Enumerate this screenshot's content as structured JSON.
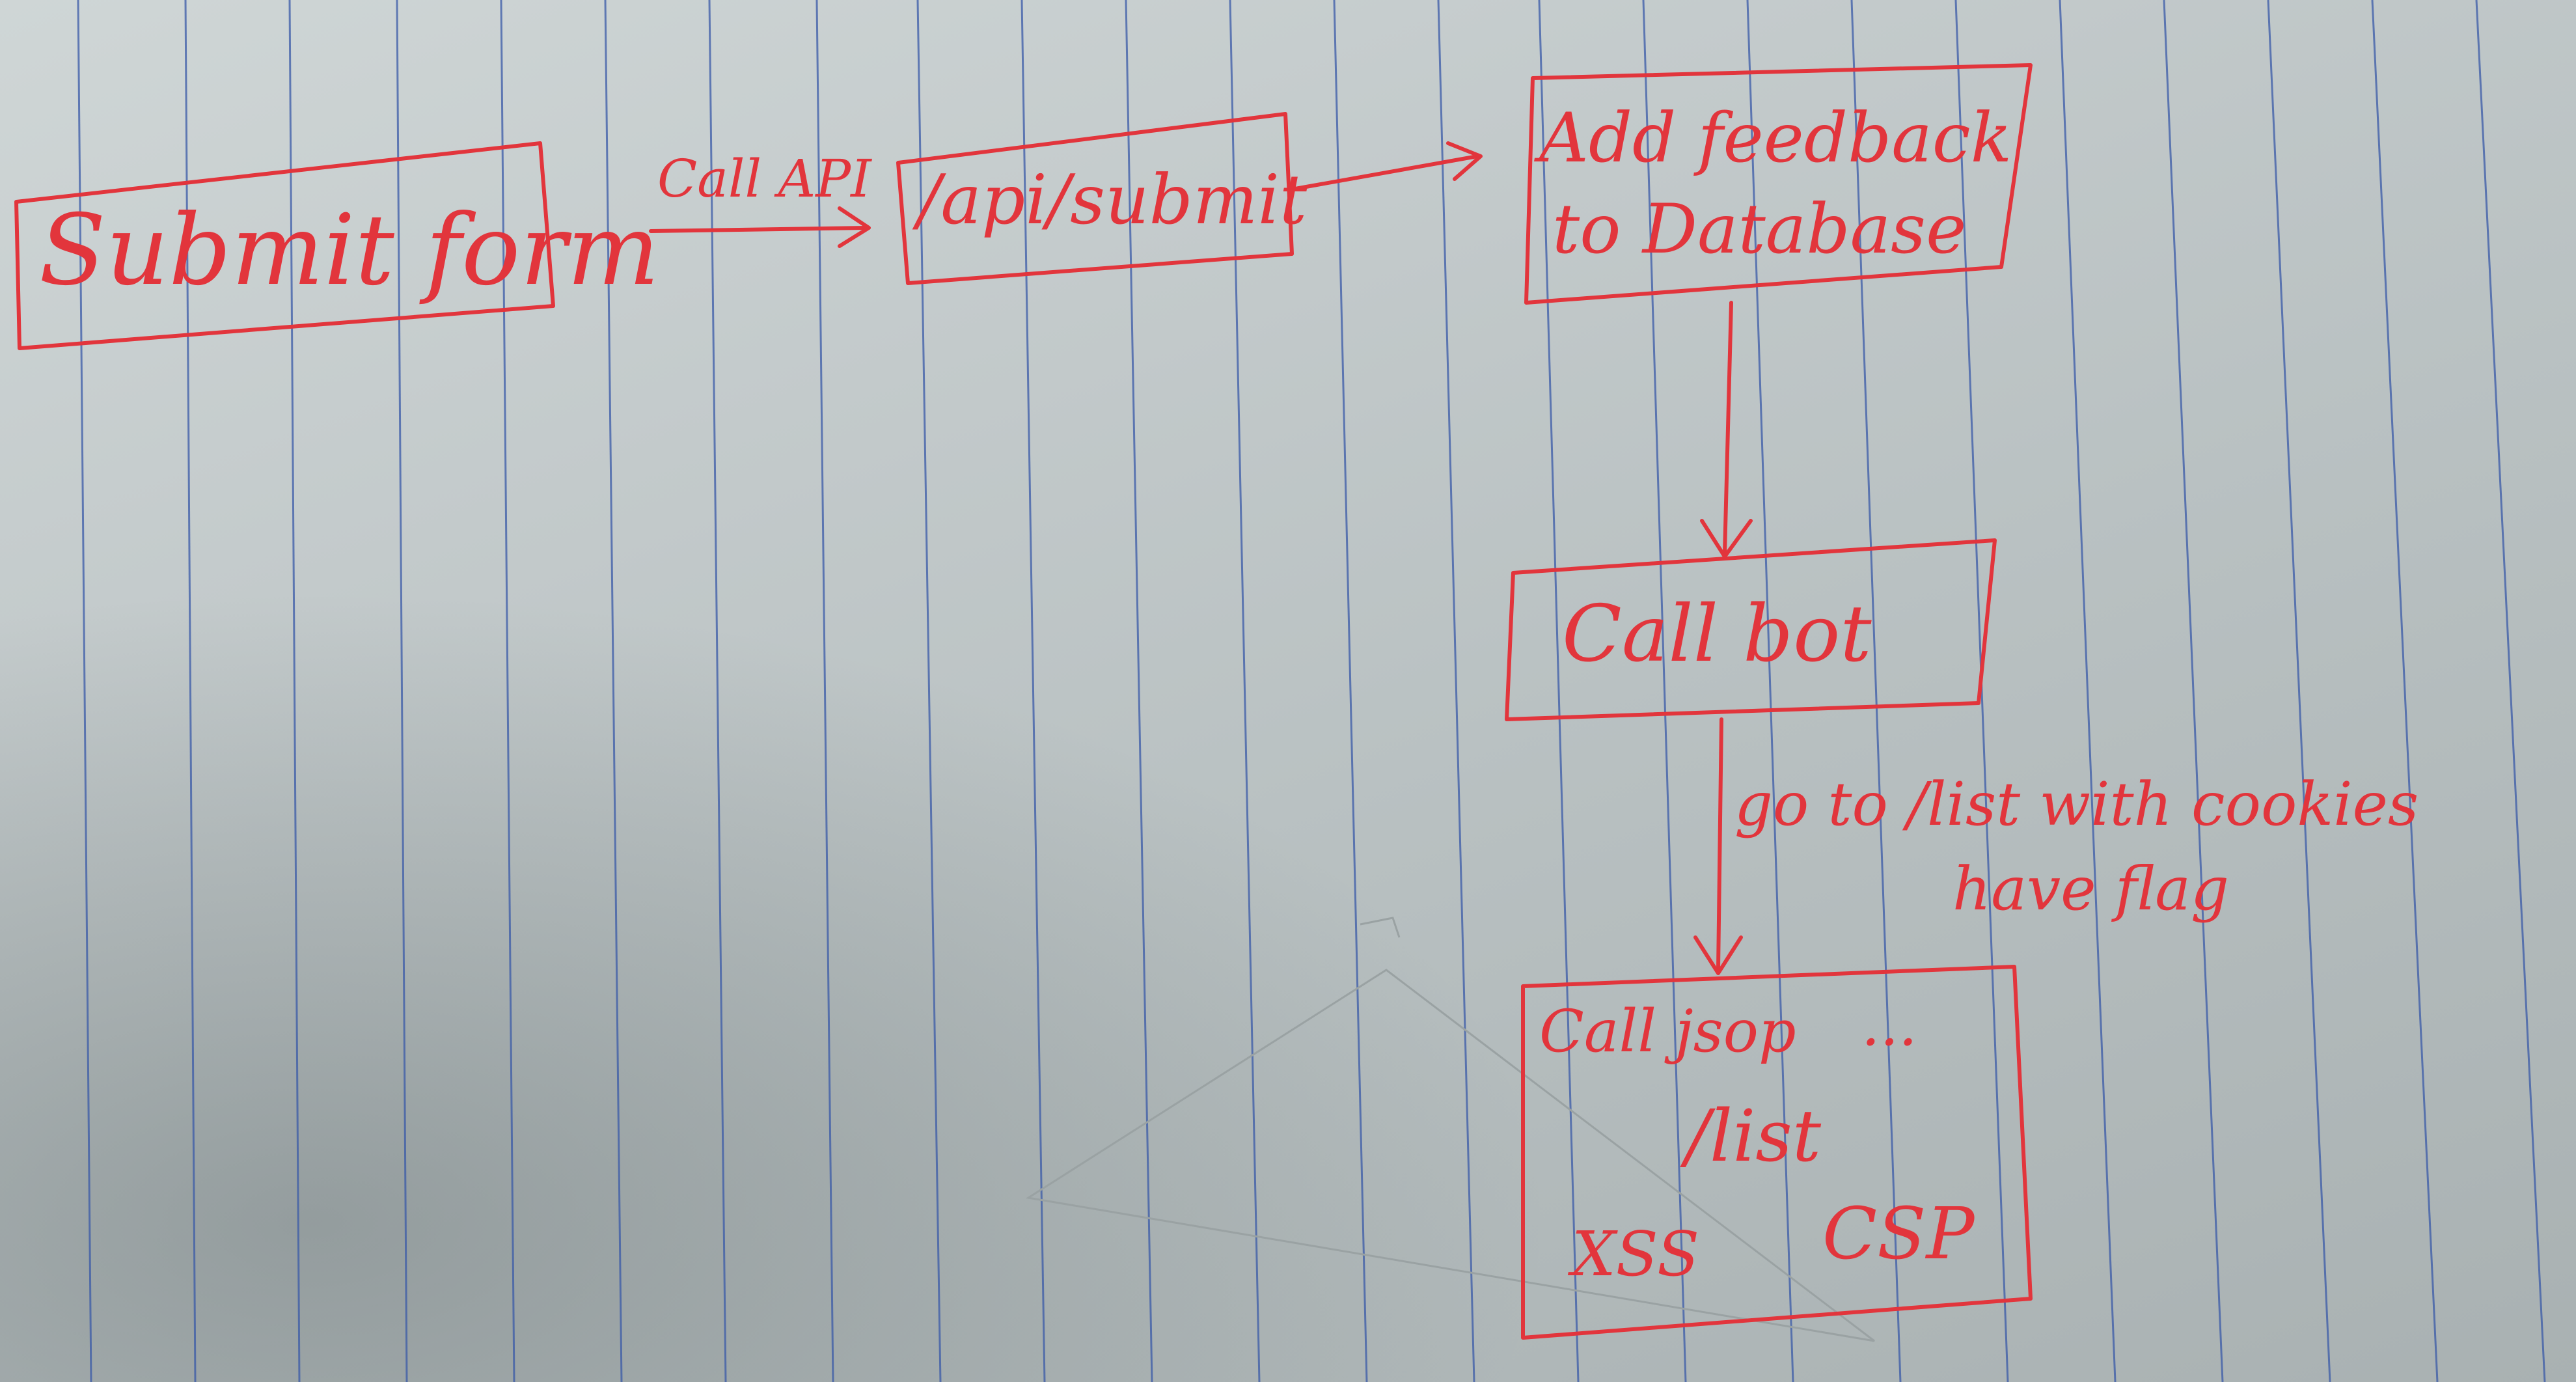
{
  "diagram": {
    "nodes": [
      {
        "id": "submit-form",
        "label": "Submit form"
      },
      {
        "id": "api-submit",
        "label": "/api/submit"
      },
      {
        "id": "add-feedback",
        "label_line1": "Add feedback",
        "label_line2": "to Database"
      },
      {
        "id": "call-bot",
        "label": "Call bot"
      },
      {
        "id": "list-box",
        "call": "Call jsop",
        "dots": "...",
        "path": "/list",
        "xss": "XSS",
        "csp": "CSP"
      }
    ],
    "edges": [
      {
        "from": "submit-form",
        "to": "api-submit",
        "label": "Call API"
      },
      {
        "from": "api-submit",
        "to": "add-feedback",
        "label": ""
      },
      {
        "from": "add-feedback",
        "to": "call-bot",
        "label": ""
      },
      {
        "from": "call-bot",
        "to": "list-box",
        "label_line1": "go to /list with cookies",
        "label_line2": "have flag"
      }
    ]
  },
  "colors": {
    "ink": "#e2353c",
    "rule": "#3a5aa8",
    "paper": "#c6cdce"
  }
}
